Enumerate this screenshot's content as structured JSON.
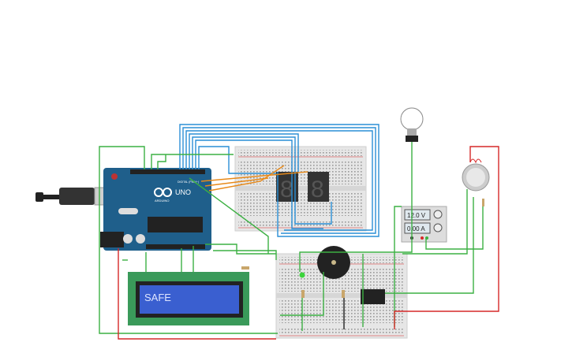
{
  "arduino": {
    "model": "UNO",
    "brand": "ARDUINO",
    "header_label": "DIGITAL (PWM~)",
    "color": "#1f5f8b"
  },
  "lcd": {
    "text": "SAFE",
    "backlight_color": "#3a5fd0",
    "pcb_color": "#3a9a5a"
  },
  "power_supply": {
    "voltage": "12.0 V",
    "current": "0.00 A"
  },
  "seven_segment": {
    "count": 2
  },
  "colors": {
    "wire_green": "#3cb043",
    "wire_blue": "#2a8fd6",
    "wire_red": "#d62828",
    "wire_orange": "#e88a1a",
    "wire_black": "#222222"
  }
}
